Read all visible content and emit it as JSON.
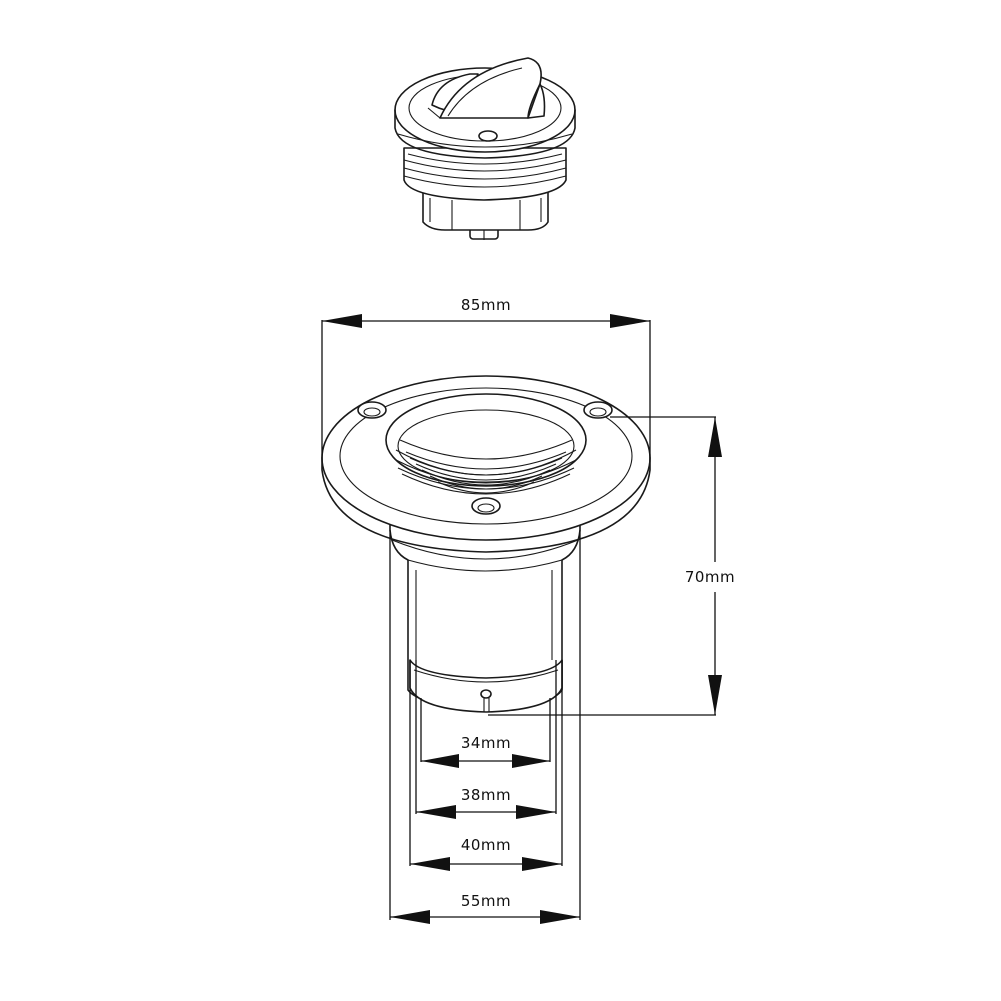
{
  "dimensions": {
    "flange_diameter": "85mm",
    "height": "70mm",
    "inner_34": "34mm",
    "inner_38": "38mm",
    "inner_40": "40mm",
    "body_55": "55mm"
  }
}
